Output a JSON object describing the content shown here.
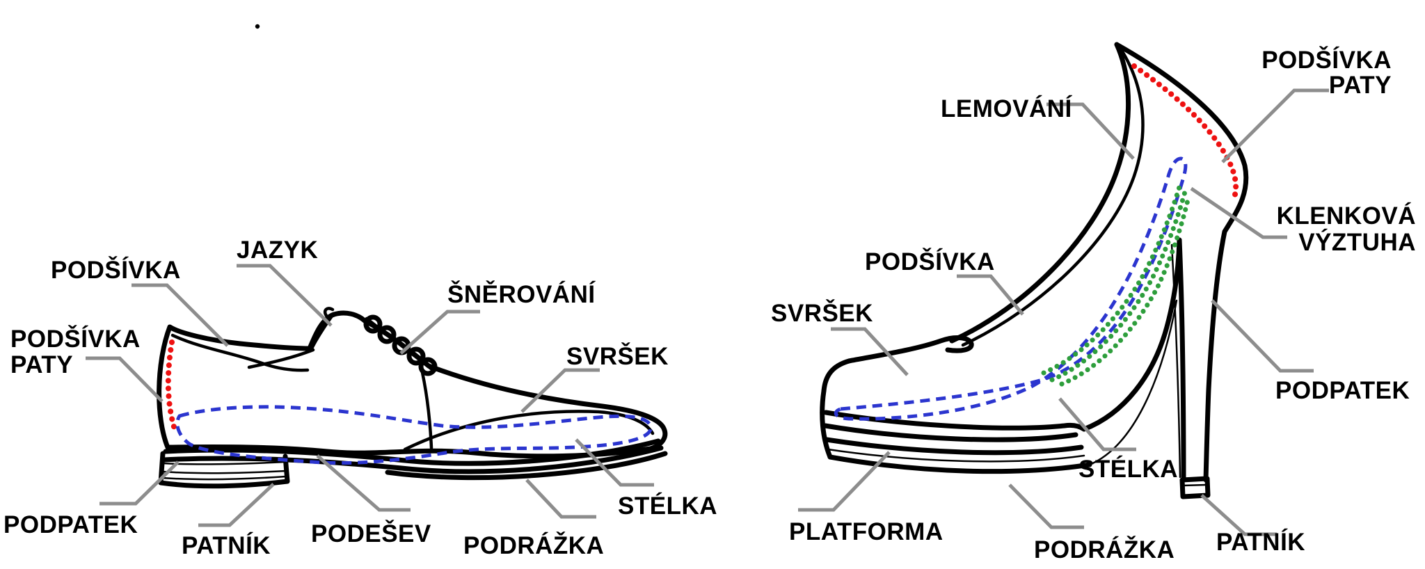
{
  "colors": {
    "background": "#ffffff",
    "outline": "#000000",
    "leader_line": "#8d8d8d",
    "heel_lining_dots_red": "#ee1111",
    "insole_dashes_blue": "#2b35cf",
    "arch_support_dots_green": "#2e9e3c"
  },
  "left_shoe": {
    "labels": {
      "podsivka": "PODŠÍVKA",
      "jazyk": "JAZYK",
      "snerovani": "ŠNĚROVÁNÍ",
      "svrsek": "SVRŠEK",
      "podsivka_paty_line1": "PODŠÍVKA",
      "podsivka_paty_line2": "PATY",
      "podpatek": "PODPATEK",
      "patnik": "PATNÍK",
      "podesev": "PODEŠEV",
      "podrazka": "PODRÁŽKA",
      "stelka": "STÉLKA"
    }
  },
  "right_shoe": {
    "labels": {
      "lemovani": "LEMOVÁNÍ",
      "podsivka_paty_line1": "PODŠÍVKA",
      "podsivka_paty_line2": "PATY",
      "klenkova_line1": "KLENKOVÁ",
      "klenkova_line2": "VÝZTUHA",
      "podsivka": "PODŠÍVKA",
      "svrsek": "SVRŠEK",
      "podpatek": "PODPATEK",
      "stelka": "STÉLKA",
      "platforma": "PLATFORMA",
      "podrazka": "PODRÁŽKA",
      "patnik": "PATNÍK"
    }
  }
}
